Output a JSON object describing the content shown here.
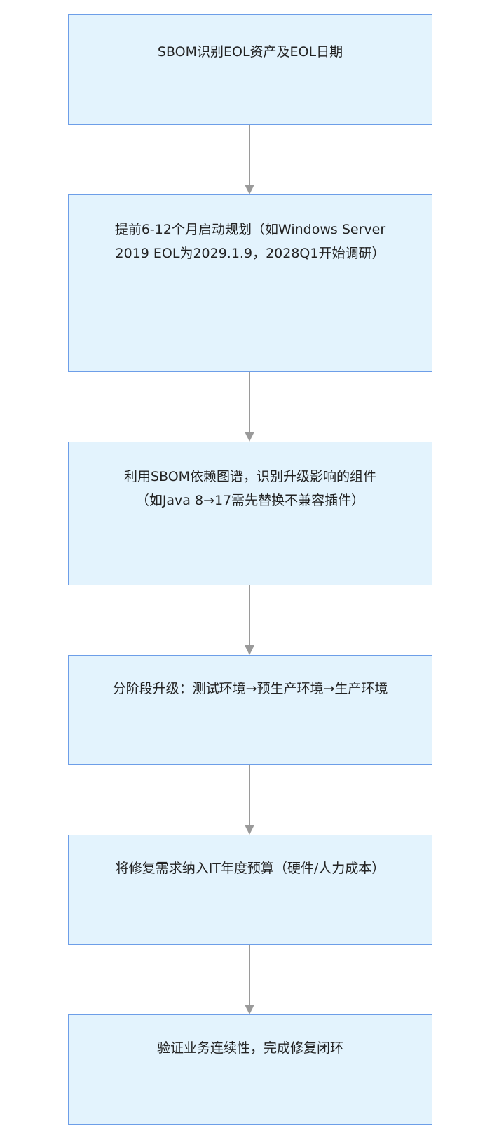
{
  "flowchart": {
    "steps": [
      {
        "text": "SBOM识别EOL资产及EOL日期"
      },
      {
        "text": "提前6-12个月启动规划（如Windows Server 2019 EOL为2029.1.9，2028Q1开始调研）"
      },
      {
        "text": "利用SBOM依赖图谱，识别升级影响的组件（如Java 8→17需先替换不兼容插件）"
      },
      {
        "text": "分阶段升级：测试环境→预生产环境→生产环境"
      },
      {
        "text": "将修复需求纳入IT年度预算（硬件/人力成本）"
      },
      {
        "text": "验证业务连续性，完成修复闭环"
      }
    ],
    "colors": {
      "node_fill": "#e3f3fd",
      "node_border": "#6d9ee8",
      "edge": "#9a9a9a",
      "text": "#222222"
    }
  }
}
